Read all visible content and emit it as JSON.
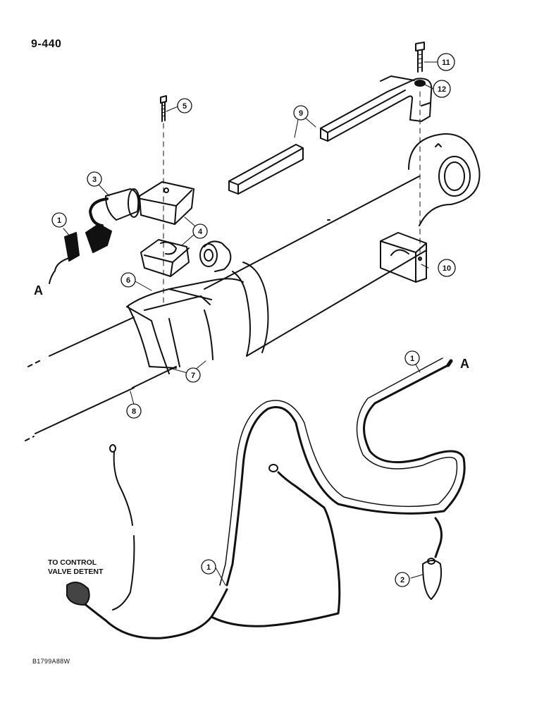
{
  "page": {
    "number": "9-440",
    "drawing_code": "B1799A88W"
  },
  "note": {
    "line1": "TO CONTROL",
    "line2": "VALVE DETENT"
  },
  "connector_letter": "A",
  "callouts": [
    "1",
    "2",
    "3",
    "4",
    "5",
    "6",
    "7",
    "8",
    "9",
    "10",
    "11",
    "12"
  ]
}
